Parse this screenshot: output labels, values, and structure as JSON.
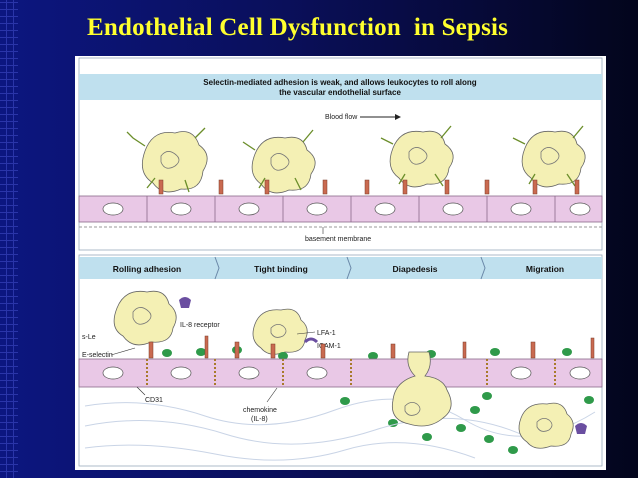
{
  "slide": {
    "title": "Endothelial Cell Dysfunction  in Sepsis"
  },
  "panel_top": {
    "banner_line1": "Selectin-mediated adhesion is weak, and allows leukocytes to roll along",
    "banner_line2": "the vascular endothelial surface",
    "blood_flow_label": "Blood flow",
    "basement_membrane_label": "basement membrane"
  },
  "panel_bottom": {
    "stages": [
      "Rolling adhesion",
      "Tight binding",
      "Diapedesis",
      "Migration"
    ],
    "labels": {
      "il8_receptor": "IL-8 receptor",
      "sialyl_lex": "s-Le",
      "e_selectin": "E-selectin",
      "lfa1": "LFA-1",
      "icam1": "ICAM-1",
      "cd31": "CD31",
      "chemokine": "chemokine",
      "il8": "(IL-8)"
    }
  },
  "colors": {
    "endothelium": "#e9c8e6",
    "banner": "#bfe0ee",
    "leukocyte": "#f4f0b4",
    "chemokine_dot": "#2f9a4a",
    "selectin": "#c96a50",
    "receptor": "#6a4ea0"
  }
}
